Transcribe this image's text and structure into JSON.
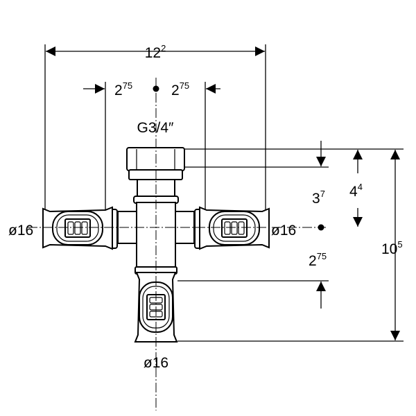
{
  "drawing": {
    "overall_width": {
      "base": "12",
      "sup": "2"
    },
    "left_offset": {
      "base": "2",
      "sup": "75"
    },
    "right_offset": {
      "base": "2",
      "sup": "75"
    },
    "thread_label": "G3/4″",
    "nut_to_center": {
      "base": "3",
      "sup": "7"
    },
    "top_to_center": {
      "base": "4",
      "sup": "4"
    },
    "overall_height": {
      "base": "10",
      "sup": "5"
    },
    "center_to_bottom_fitting": {
      "base": "2",
      "sup": "75"
    },
    "left_diameter": "ø16",
    "right_diameter": "ø16",
    "bottom_diameter": "ø16"
  }
}
